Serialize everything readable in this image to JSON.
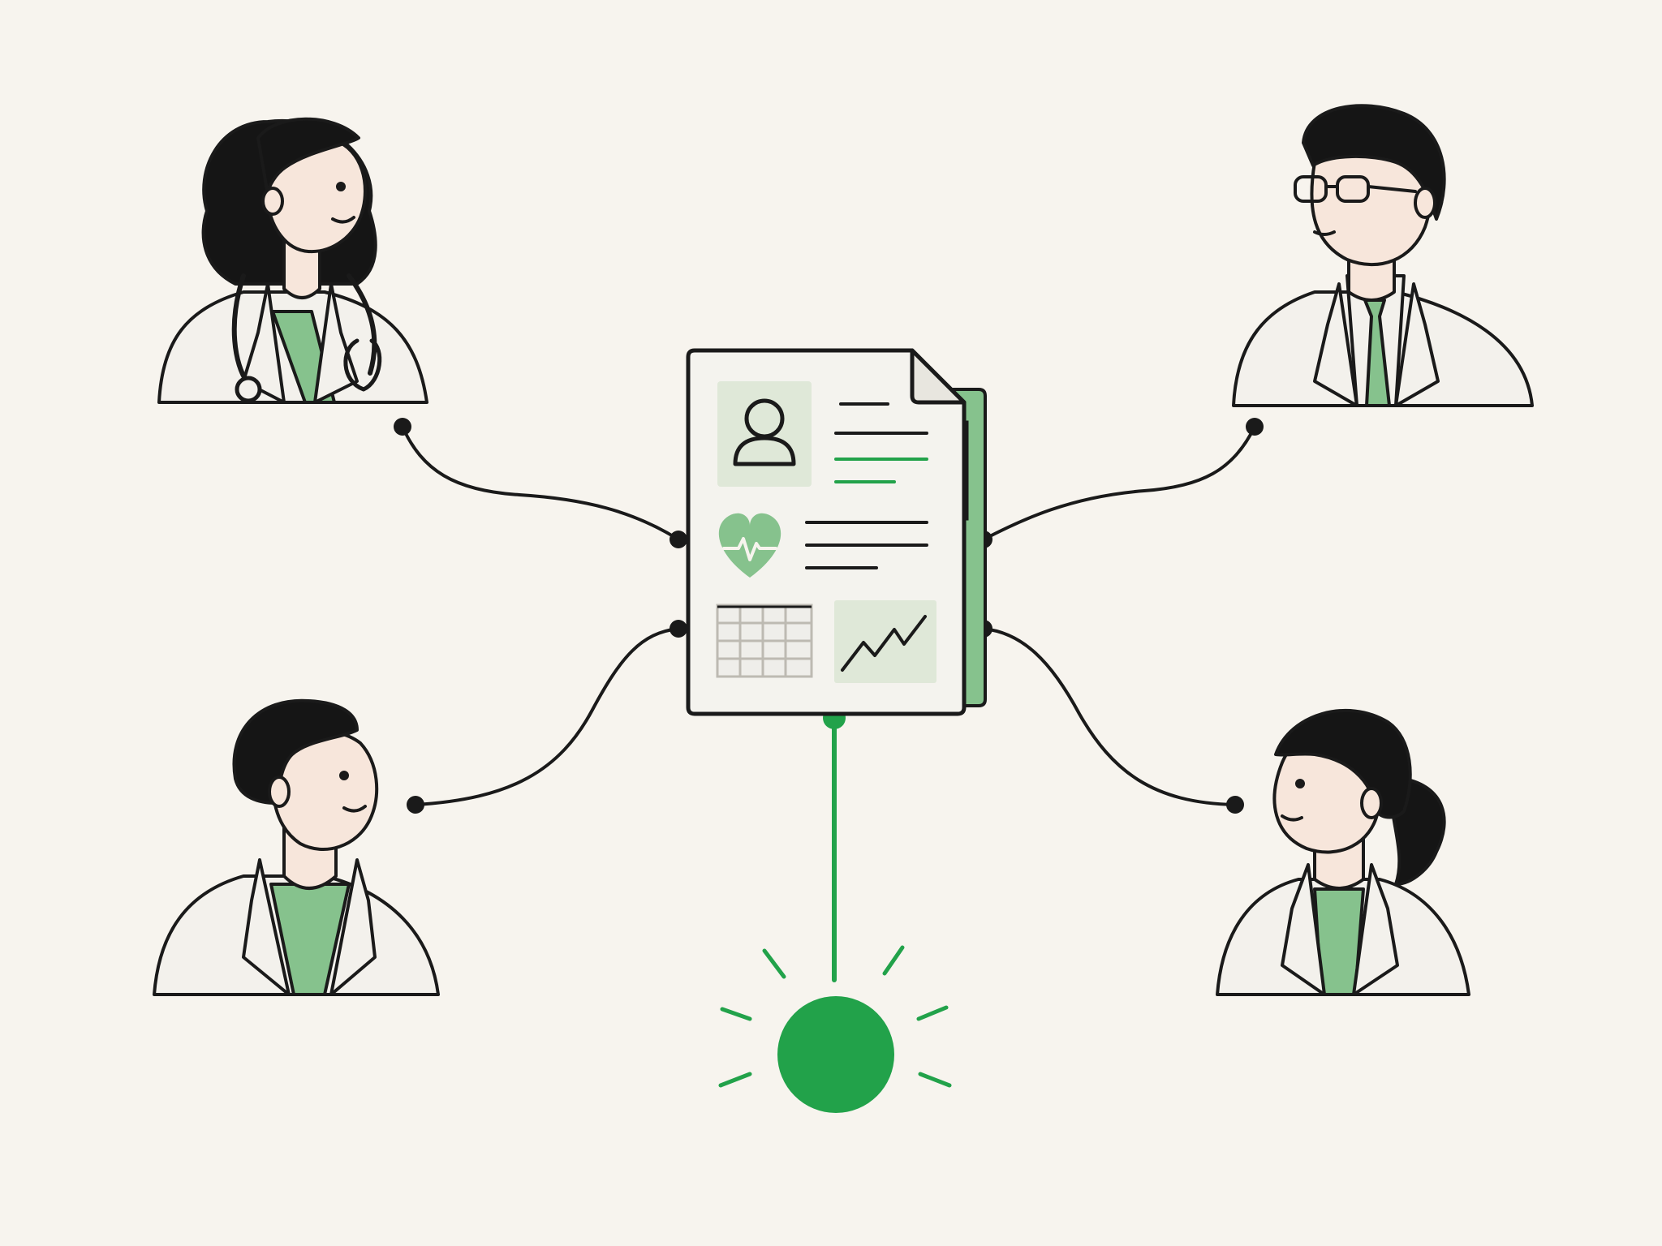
{
  "colors": {
    "background": "#f7f4ee",
    "ink": "#1a1a1a",
    "accent_green": "#22a24a",
    "soft_green": "#86c28d",
    "pale_green": "#dfe8d8",
    "coat": "#f3f1ec",
    "skin": "#f7e6db",
    "hair": "#151515"
  },
  "nodes": [
    {
      "id": "doctor-top-left",
      "icon": "female-doctor-with-stethoscope-icon"
    },
    {
      "id": "doctor-top-right",
      "icon": "male-doctor-with-glasses-and-tie-icon"
    },
    {
      "id": "doctor-bottom-left",
      "icon": "male-doctor-icon"
    },
    {
      "id": "doctor-bottom-right",
      "icon": "female-doctor-with-ponytail-icon"
    },
    {
      "id": "central-record",
      "icon": "medical-record-document-icon"
    },
    {
      "id": "status-light",
      "icon": "glowing-green-dot-icon"
    }
  ],
  "record_sections": [
    "profile-icon",
    "heart-rate-icon",
    "table-grid-icon",
    "trend-chart-icon"
  ],
  "connections": [
    {
      "from": "doctor-top-left",
      "to": "central-record"
    },
    {
      "from": "doctor-top-right",
      "to": "central-record"
    },
    {
      "from": "doctor-bottom-left",
      "to": "central-record"
    },
    {
      "from": "doctor-bottom-right",
      "to": "central-record"
    },
    {
      "from": "central-record",
      "to": "status-light",
      "color": "accent_green"
    }
  ]
}
